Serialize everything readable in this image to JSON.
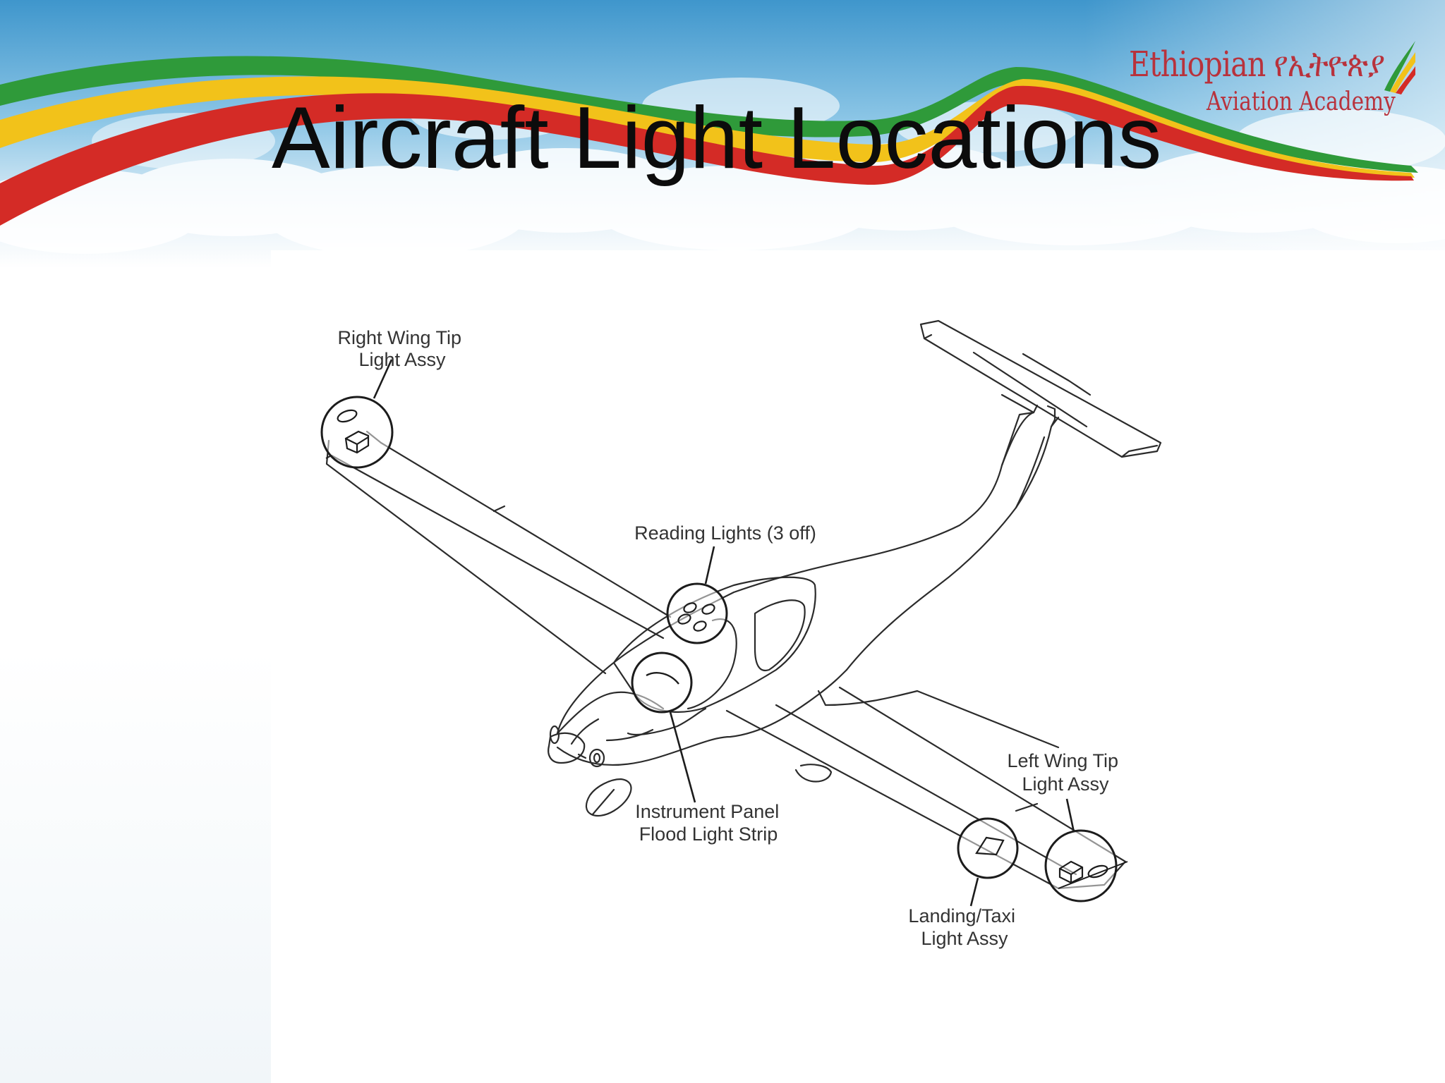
{
  "slide": {
    "title": "Aircraft Light Locations"
  },
  "logo": {
    "name_latin": "Ethiopian",
    "name_amharic": "የኢትዮጵያ",
    "subtitle": "Aviation Academy",
    "colors": {
      "green": "#2f9a3a",
      "yellow": "#f2c21a",
      "red": "#d42b26"
    }
  },
  "banner": {
    "sky_color": "#5aa8d6",
    "ribbon_colors": [
      "#2f9a3a",
      "#f2c21a",
      "#d42b26"
    ]
  },
  "diagram": {
    "callouts": [
      {
        "id": "right-wing-tip",
        "lines": [
          "Right Wing Tip",
          "Light Assy"
        ]
      },
      {
        "id": "reading-lights",
        "lines": [
          "Reading Lights (3 off)"
        ]
      },
      {
        "id": "instrument-panel",
        "lines": [
          "Instrument Panel",
          "Flood Light Strip"
        ]
      },
      {
        "id": "left-wing-tip",
        "lines": [
          "Left Wing Tip",
          "Light Assy"
        ]
      },
      {
        "id": "landing-taxi",
        "lines": [
          "Landing/Taxi",
          "Light Assy"
        ]
      }
    ]
  }
}
